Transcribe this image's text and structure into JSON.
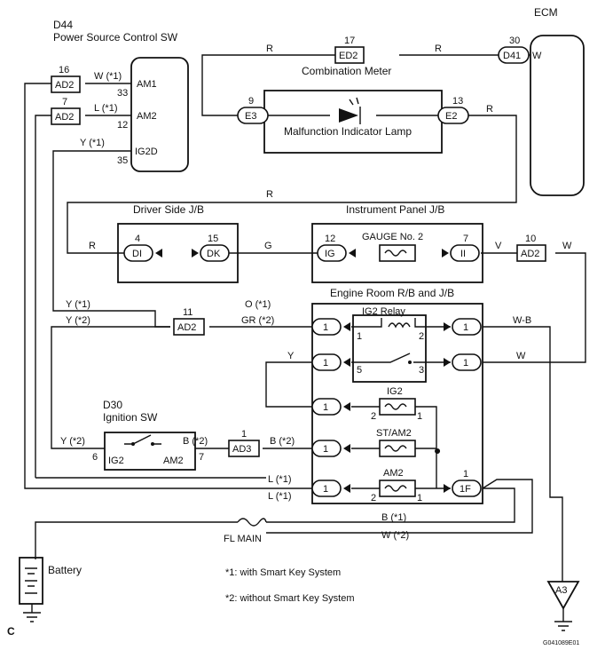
{
  "labels": {
    "d44_code": "D44",
    "d44_name": "Power Source Control SW",
    "ecm": "ECM",
    "combination_meter": "Combination Meter",
    "mil": "Malfunction Indicator Lamp",
    "driver_jb": "Driver Side J/B",
    "instrument_jb": "Instrument Panel J/B",
    "gauge": "GAUGE No. 2",
    "engine_room": "Engine Room R/B and J/B",
    "ig2_relay": "IG2 Relay",
    "fuse_ig2": "IG2",
    "fuse_st_am2": "ST/AM2",
    "fuse_am2": "AM2",
    "d30_code": "D30",
    "d30_name": "Ignition SW",
    "fl_main": "FL MAIN",
    "battery": "Battery",
    "note1": "*1: with Smart Key System",
    "note2": "*2: without Smart Key System",
    "corner": "C",
    "figure_id": "G041089E01"
  },
  "connectors": {
    "ad2_am1": "AD2",
    "ad2_am1_pin": "16",
    "ad2_am2": "AD2",
    "ad2_am2_pin": "7",
    "ed2": "ED2",
    "ed2_pin": "17",
    "d41": "D41",
    "d41_pin": "30",
    "e3": "E3",
    "e3_pin": "9",
    "e2": "E2",
    "e2_pin": "13",
    "di": "DI",
    "di_pin": "4",
    "dk": "DK",
    "dk_pin": "15",
    "ig": "IG",
    "ig_pin": "12",
    "ii": "II",
    "ii_pin": "7",
    "ad2_gauge": "AD2",
    "ad2_gauge_pin": "10",
    "ad2_relay": "AD2",
    "ad2_relay_pin": "11",
    "ad3": "AD3",
    "ad3_pin": "1",
    "er_one": "1",
    "f1": "1F",
    "f1_pin": "1",
    "a3": "A3"
  },
  "pins": {
    "am1": "AM1",
    "am1_no": "33",
    "am2": "AM2",
    "am2_no": "12",
    "ig2d": "IG2D",
    "ig2d_no": "35",
    "ecm_w": "W",
    "ign_ig2": "IG2",
    "ign_ig2_no": "6",
    "ign_am2": "AM2",
    "ign_am2_no": "7",
    "relay_1": "1",
    "relay_2": "2",
    "relay_5": "5",
    "relay_3": "3",
    "ig2_fuse_2": "2",
    "ig2_fuse_1": "1",
    "am2_fuse_2": "2",
    "am2_fuse_1": "1"
  },
  "wires": {
    "w_am1": "W (*1)",
    "l_am2": "L (*1)",
    "y_ig2d": "Y (*1)",
    "r_meter_left": "R",
    "r_meter_right": "R",
    "r_e2": "R",
    "r_jb": "R",
    "r_di": "R",
    "g": "G",
    "v": "V",
    "w_gauge": "W",
    "y1": "Y (*1)",
    "y2": "Y (*2)",
    "o1": "O (*1)",
    "gr2": "GR (*2)",
    "wb": "W-B",
    "w_relay": "W",
    "y_relay": "Y",
    "y2_ign": "Y (*2)",
    "b2_a": "B (*2)",
    "b2_b": "B (*2)",
    "l1_a": "L (*1)",
    "l1_b": "L (*1)",
    "b1_fl": "B (*1)",
    "w2_fl": "W (*2)"
  }
}
